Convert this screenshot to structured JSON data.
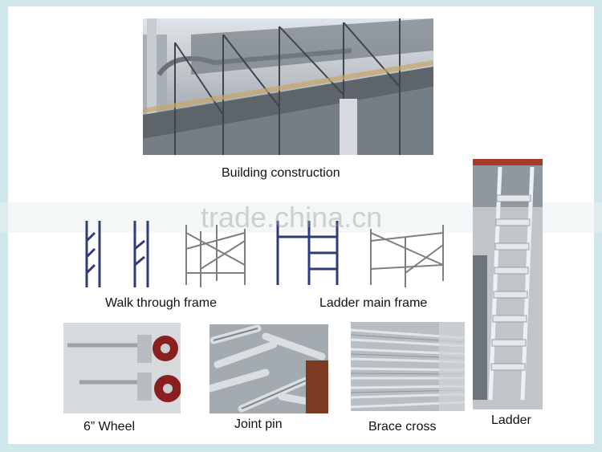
{
  "captions": {
    "building": "Building construction",
    "walk_through": "Walk through frame",
    "ladder_main": "Ladder main frame",
    "wheel": "6” Wheel",
    "joint_pin": "Joint pin",
    "brace_cross": "Brace cross",
    "ladder": "Ladder"
  },
  "watermark": "trade.china.cn",
  "colors": {
    "frame_blue": "#2c3d7a",
    "frame_gray": "#7b7f86",
    "steel": "#b9c0c6",
    "wheel_red": "#8a1f1f",
    "background": "#cfe6ea"
  }
}
